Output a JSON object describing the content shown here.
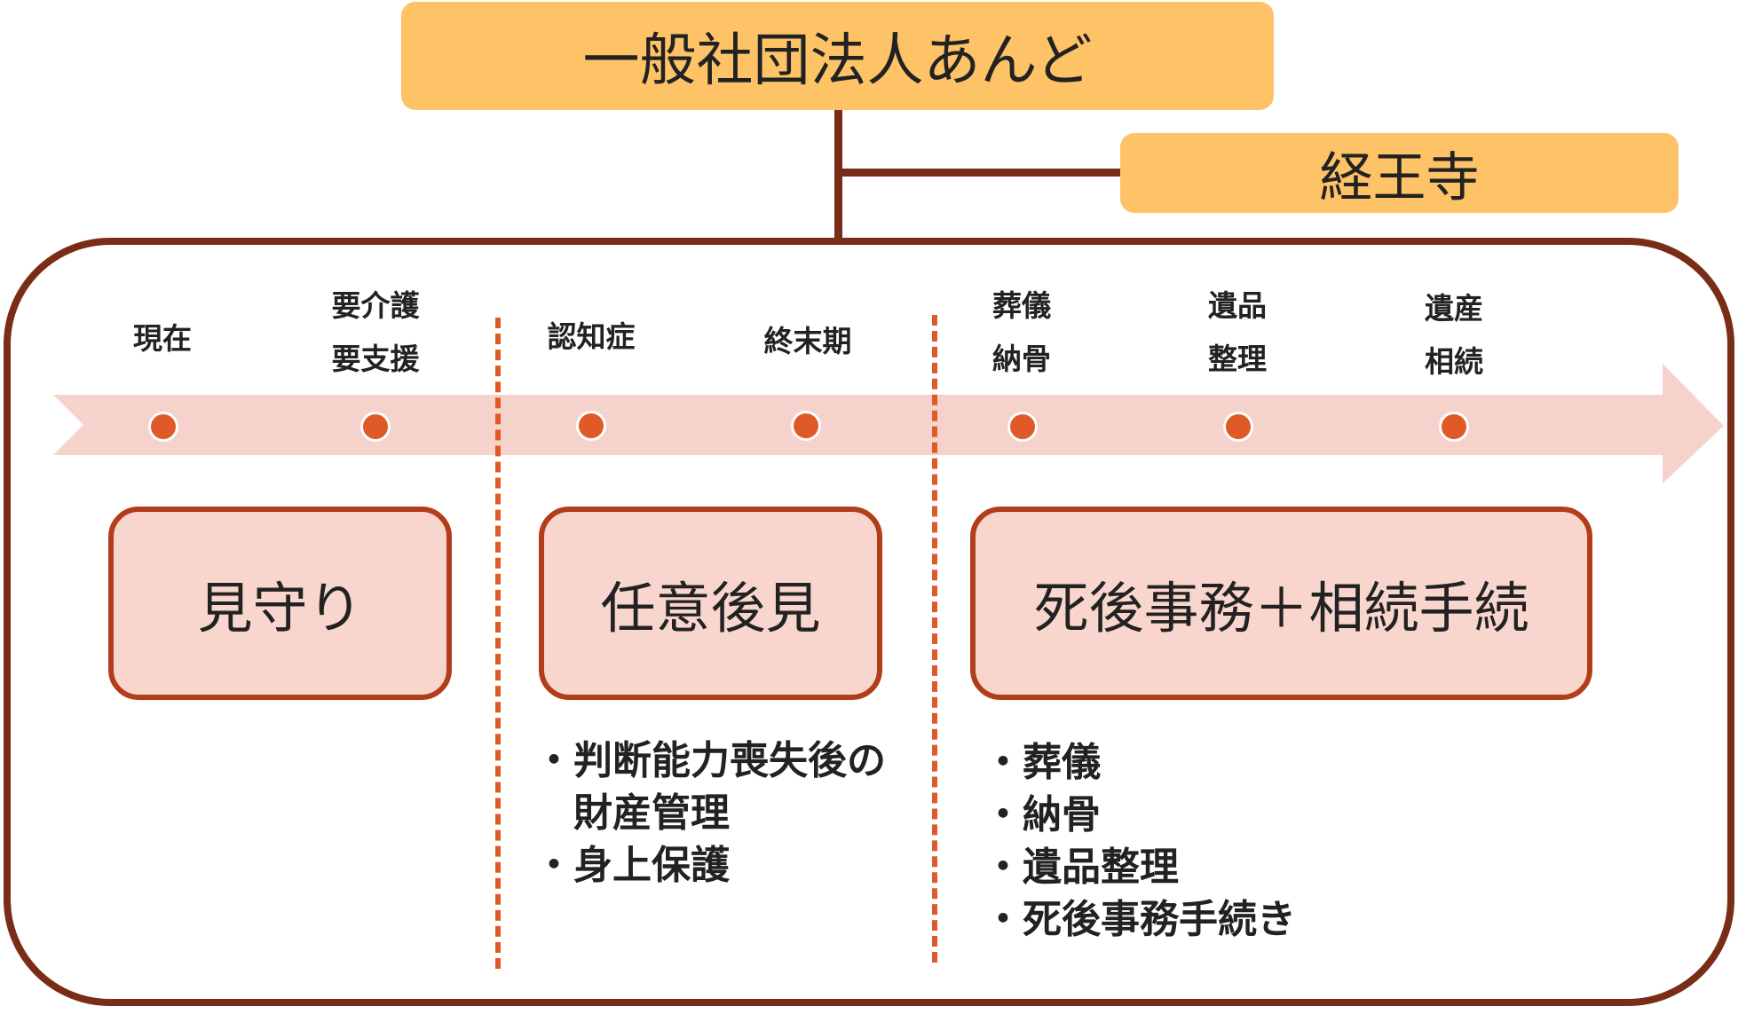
{
  "organization": {
    "name": "一般社団法人あんど"
  },
  "partner": {
    "name": "経王寺"
  },
  "colors": {
    "org_fill": "#fdc366",
    "frame_line": "#7a2d16",
    "timeline_arrow": "#f5d2cb",
    "dot": "#e05a28",
    "box_fill": "#f8d6ce",
    "box_border": "#b23d1a"
  },
  "timeline": {
    "stages": [
      {
        "line1": "現在",
        "line2": ""
      },
      {
        "line1": "要介護",
        "line2": "要支援"
      },
      {
        "line1": "認知症",
        "line2": ""
      },
      {
        "line1": "終末期",
        "line2": ""
      },
      {
        "line1": "葬儀",
        "line2": "納骨"
      },
      {
        "line1": "遺品",
        "line2": "整理"
      },
      {
        "line1": "遺産",
        "line2": "相続"
      }
    ]
  },
  "services": [
    {
      "label": "見守り",
      "details": []
    },
    {
      "label": "任意後見",
      "details": [
        "判断能力喪失後の財産管理",
        "身上保護"
      ]
    },
    {
      "label": "死後事務＋相続手続",
      "details": [
        "葬儀",
        "納骨",
        "遺品整理",
        "死後事務手続き"
      ]
    }
  ]
}
